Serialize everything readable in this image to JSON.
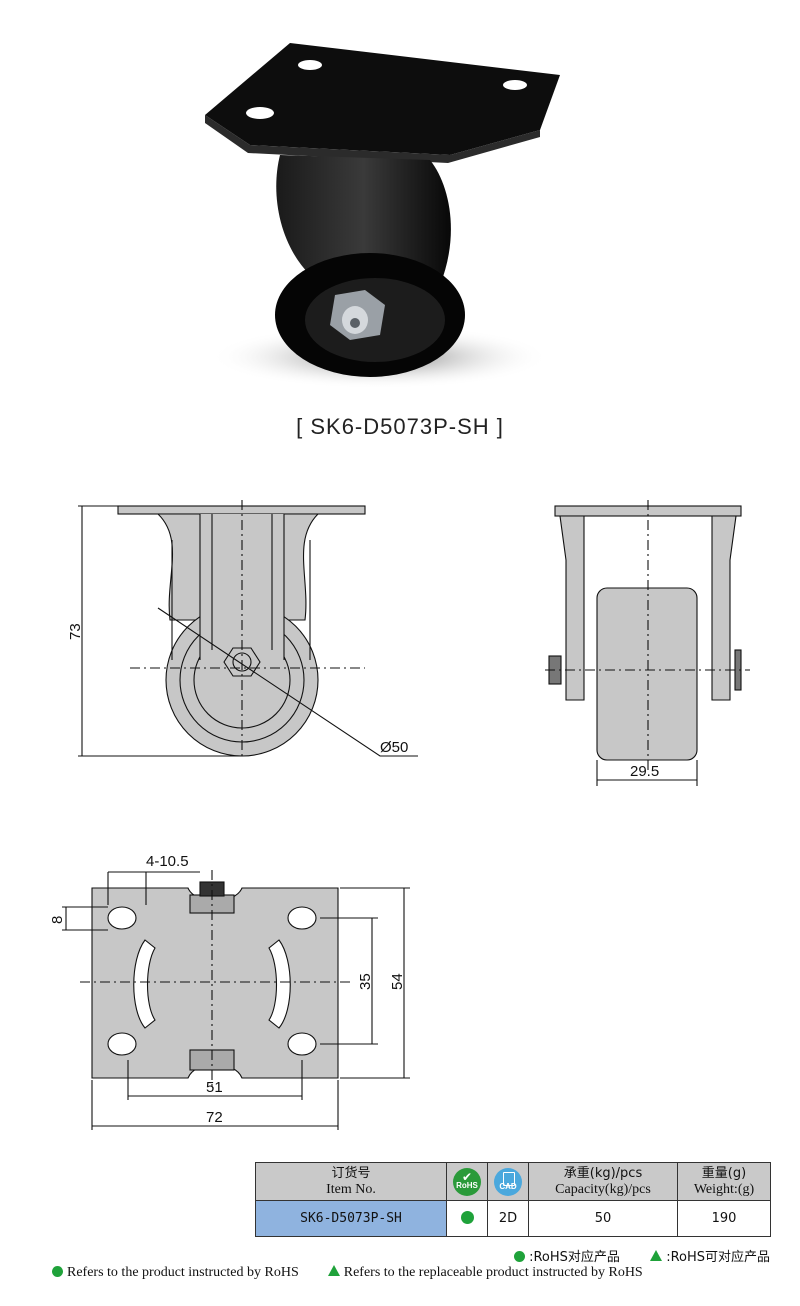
{
  "model_title": "[ SK6-D5073P-SH ]",
  "dimensions": {
    "side_height": "73",
    "wheel_diameter": "Ø50",
    "wheel_width": "29.5",
    "hole_spec": "4-10.5",
    "slot_width": "8",
    "hole_spacing_v": "35",
    "plate_height": "54",
    "hole_spacing_h": "51",
    "plate_width": "72"
  },
  "table": {
    "headers": {
      "item_cn": "订货号",
      "item_en": "Item No.",
      "rohs": "RoHS",
      "cad": "CAD",
      "capacity_cn": "承重(kg)/pcs",
      "capacity_en": "Capacity(kg)/pcs",
      "weight_cn": "重量(g)",
      "weight_en": "Weight:(g)"
    },
    "row": {
      "item_no": "SK6-D5073P-SH",
      "cad_value": "2D",
      "capacity": "50",
      "weight": "190"
    }
  },
  "legend": {
    "cn_rohs": ":RoHS对应产品",
    "cn_replaceable": ":RoHS可对应产品",
    "en_rohs": "Refers to the product instructed by RoHS",
    "en_replaceable": "Refers to the replaceable product instructed by RoHS"
  },
  "colors": {
    "rohs_green": "#1fa23a",
    "item_cell_blue": "#8fb3df",
    "header_gray": "#c9c9c9",
    "drawing_fill": "#c7c7c7"
  }
}
